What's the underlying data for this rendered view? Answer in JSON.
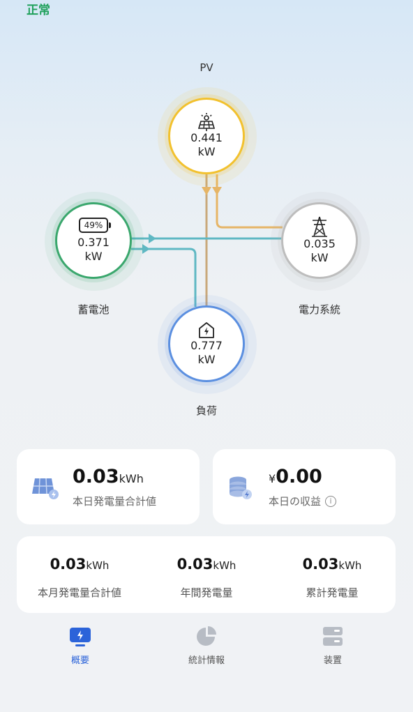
{
  "status": {
    "text": "正常",
    "color": "#1fa05b"
  },
  "flow": {
    "pv": {
      "label": "PV",
      "value": "0.441",
      "unit": "kW",
      "color": "#f2c12e",
      "icon": "solar-panel-icon"
    },
    "battery": {
      "label": "蓄電池",
      "value": "0.371",
      "unit": "kW",
      "soc": "49%",
      "color": "#3aa76d",
      "icon": "battery-icon"
    },
    "grid": {
      "label": "電力系統",
      "value": "0.035",
      "unit": "kW",
      "color": "#b8b8b8",
      "icon": "power-tower-icon"
    },
    "load": {
      "label": "負荷",
      "value": "0.777",
      "unit": "kW",
      "color": "#5b8fe0",
      "icon": "home-lightning-icon"
    },
    "line_colors": {
      "pv": "#e6b566",
      "pv_dark": "#c9a87a",
      "battery": "#5fb8c3"
    }
  },
  "cards": {
    "today_generation": {
      "value": "0.03",
      "unit": "kWh",
      "label": "本日発電量合計値",
      "icon": "solar-panel-icon"
    },
    "today_revenue": {
      "currency": "¥",
      "value": "0.00",
      "label": "本日の収益",
      "icon": "coins-icon",
      "info_icon": "info-icon"
    }
  },
  "stats": [
    {
      "value": "0.03",
      "unit": "kWh",
      "label": "本月発電量合計値"
    },
    {
      "value": "0.03",
      "unit": "kWh",
      "label": "年間発電量"
    },
    {
      "value": "0.03",
      "unit": "kWh",
      "label": "累計発電量"
    }
  ],
  "nav": [
    {
      "label": "概要",
      "icon": "monitor-lightning-icon",
      "active": true
    },
    {
      "label": "統計情報",
      "icon": "pie-chart-icon",
      "active": false
    },
    {
      "label": "装置",
      "icon": "server-icon",
      "active": false
    }
  ],
  "accent": "#2b63d9"
}
